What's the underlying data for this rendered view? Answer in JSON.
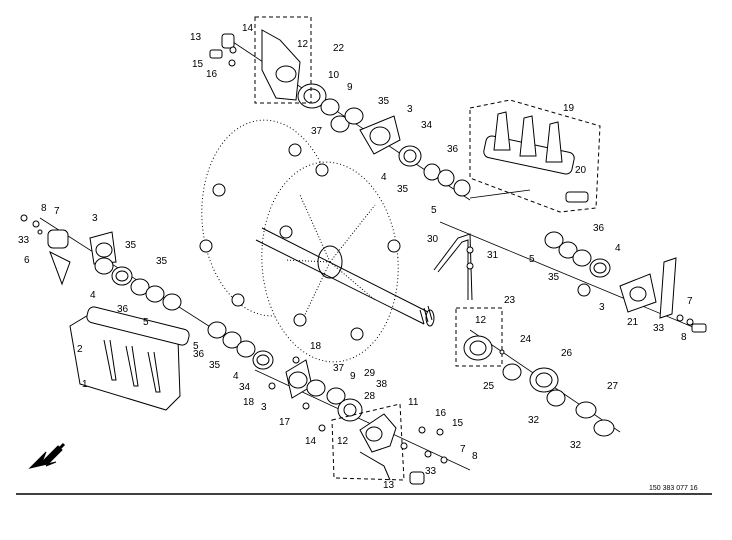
{
  "drawing": {
    "code": "150 383 077 16",
    "callouts": {
      "c13a": "13",
      "c14a": "14",
      "c12a": "12",
      "c22": "22",
      "c15a": "15",
      "c16a": "16",
      "c10": "10",
      "c9a": "9",
      "c35a": "35",
      "c3a": "3",
      "c37a": "37",
      "c34a": "34",
      "c19": "19",
      "c20": "20",
      "c36a": "36",
      "c4a": "4",
      "c35b": "35",
      "c5a": "5",
      "c8a": "8",
      "c7a": "7",
      "c33a": "33",
      "c3b": "3",
      "c6": "6",
      "c35c": "35",
      "c35d": "35",
      "c4b": "4",
      "c36b": "36",
      "c5b": "5",
      "c30": "30",
      "c31": "31",
      "c36c": "36",
      "c5c": "5",
      "c4c": "4",
      "c35e": "35",
      "c3c": "3",
      "c7b": "7",
      "c21": "21",
      "c33b": "33",
      "c8b": "8",
      "c23": "23",
      "c12b": "12",
      "c2": "2",
      "c1": "1",
      "c5d": "5",
      "c36d": "36",
      "c18a": "18",
      "c35f": "35",
      "c4d": "4",
      "c34b": "34",
      "c18b": "18",
      "c3d": "3",
      "c17": "17",
      "c37b": "37",
      "c9b": "9",
      "c29": "29",
      "c38": "38",
      "c28": "28",
      "c11": "11",
      "c24": "24",
      "c25": "25",
      "c26": "26",
      "c27": "27",
      "c32a": "32",
      "c32b": "32",
      "c14b": "14",
      "c12c": "12",
      "c16b": "16",
      "c15b": "15",
      "c7c": "7",
      "c8c": "8",
      "c33c": "33",
      "c13b": "13"
    }
  }
}
